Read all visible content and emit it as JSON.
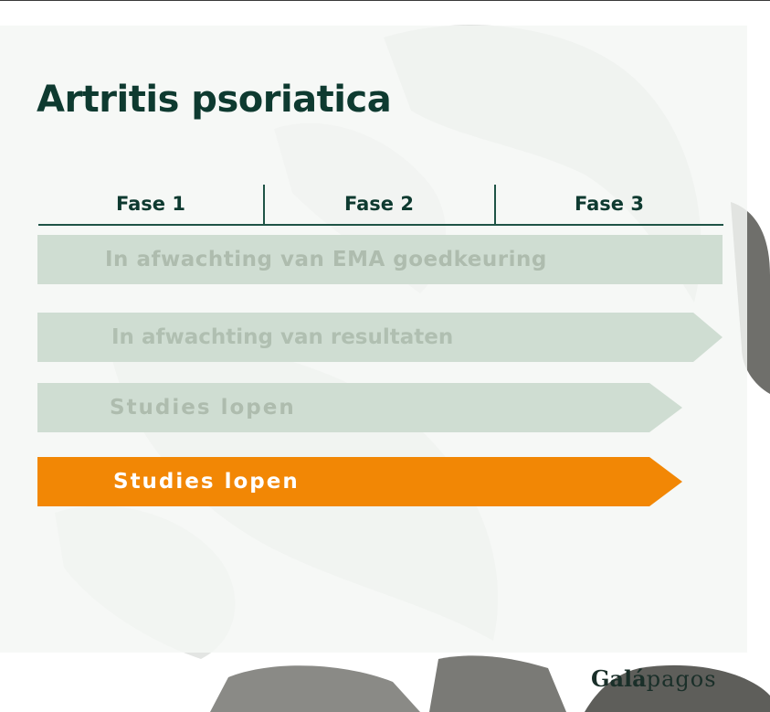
{
  "slide": {
    "title": "Artritis psoriatica",
    "phases": [
      "Fase 1",
      "Fase 2",
      "Fase 3"
    ],
    "bars": [
      {
        "label": "In afwachting van EMA goedkeuring",
        "style": "faded",
        "shape": "rectangle"
      },
      {
        "label": "In afwachting van resultaten",
        "style": "faded",
        "shape": "arrow"
      },
      {
        "label": "Studies lopen",
        "style": "faded",
        "shape": "arrow"
      },
      {
        "label": "Studies lopen",
        "style": "highlighted",
        "shape": "arrow"
      }
    ]
  },
  "logo": {
    "part1": "Galá",
    "part2": "pagos"
  },
  "colors": {
    "title": "#0e3a30",
    "rule": "#1f5446",
    "faded_bar": "#cfddd2",
    "highlight_bar": "#f28705",
    "panel": "#f4f7f5"
  },
  "background": {
    "description_icon": "hands-photo"
  }
}
